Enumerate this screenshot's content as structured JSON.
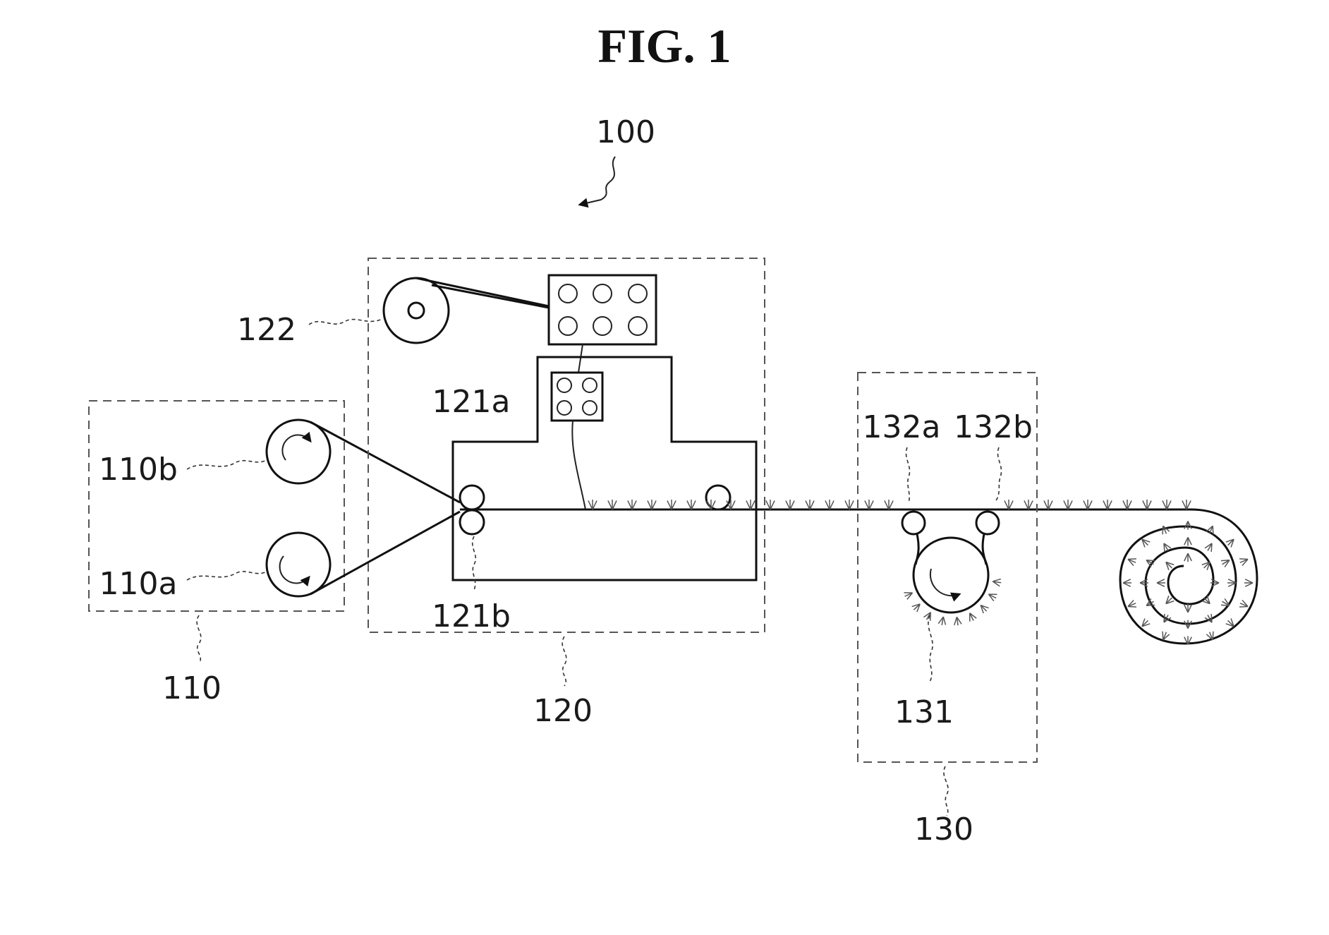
{
  "figure": {
    "title": "FIG. 1"
  },
  "labels": {
    "system": "100",
    "unit_110": "110",
    "roller_110a": "110a",
    "roller_110b": "110b",
    "unit_120": "120",
    "roller_121a": "121a",
    "roller_121b": "121b",
    "reel_122": "122",
    "unit_130": "130",
    "drum_131": "131",
    "roller_132a": "132a",
    "roller_132b": "132b"
  },
  "colors": {
    "ink": "#111111",
    "dashed_frame": "#555555",
    "background": "#ffffff"
  }
}
